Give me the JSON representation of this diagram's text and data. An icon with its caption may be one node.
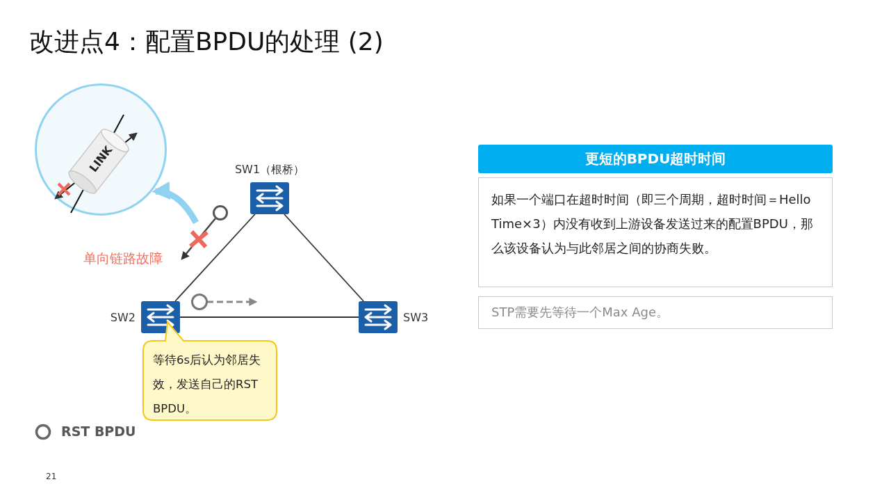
{
  "diagram": {
    "title": "改进点4：配置BPDU的处理 (2)",
    "nodes": [
      {
        "text": [
          "LINK"
        ]
      },
      {
        "text": [
          "SW1（根桥）"
        ]
      },
      {
        "text": [
          "SW2"
        ]
      },
      {
        "text": [
          "SW3"
        ]
      },
      {
        "text": [
          "等待6s后认为邻居失效，发送自己的RST BPDU。"
        ]
      },
      {
        "text": [
          "更短的BPDU超时时间"
        ]
      },
      {
        "text": [
          "如果一个端口在超时时间（即三个周期，超时时间＝Hello Time×3）内没有收到上游设备发送过来的配置BPDU，那么该设备认为与此邻居之间的协商失败。"
        ]
      },
      {
        "text": [
          "STP需要先等待一个Max Age。"
        ]
      }
    ],
    "edges": [
      {
        "from": 1,
        "to": 2,
        "arrow": "none"
      },
      {
        "from": 1,
        "to": 3,
        "arrow": "none"
      },
      {
        "from": 2,
        "to": 3,
        "arrow": "none"
      },
      {
        "from": null,
        "to": 0,
        "arrow": "to",
        "style": "thick",
        "color": "#8fd3f0"
      }
    ],
    "labels": [
      "单向链路故障",
      "21"
    ],
    "legend": [
      {
        "text": "RST BPDU"
      }
    ]
  }
}
